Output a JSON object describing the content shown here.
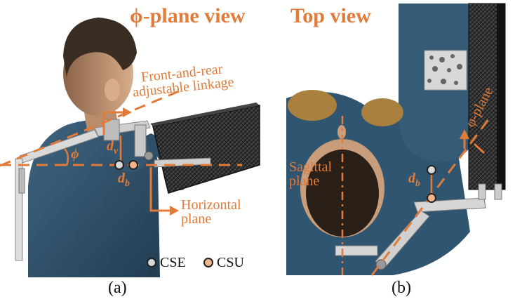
{
  "panel_a": {
    "title": "ϕ-plane view",
    "linkage_label": [
      "Front-and-rear",
      "adjustable linkage"
    ],
    "phi_symbol": "ϕ",
    "dv_symbol": "dv",
    "db_symbol": "db",
    "horizontal_plane_label": [
      "Horizontal",
      "plane"
    ],
    "legend": [
      {
        "label": "CSE",
        "color": "#d8d8d8"
      },
      {
        "label": "CSU",
        "color": "#f2b48a"
      }
    ],
    "caption": "(a)"
  },
  "panel_b": {
    "title": "Top view",
    "sagittal_label": [
      "Sagittal",
      "plane"
    ],
    "phi_plane_label": "φ-plane",
    "db_symbol": "db",
    "caption": "(b)"
  },
  "colors": {
    "accent": "#e07b39",
    "suit": "#2d4c63",
    "hair": "#3a2e24",
    "skin": "#c99b7a",
    "carbon": "#2a2a2a",
    "metal": "#c8c8c8"
  }
}
